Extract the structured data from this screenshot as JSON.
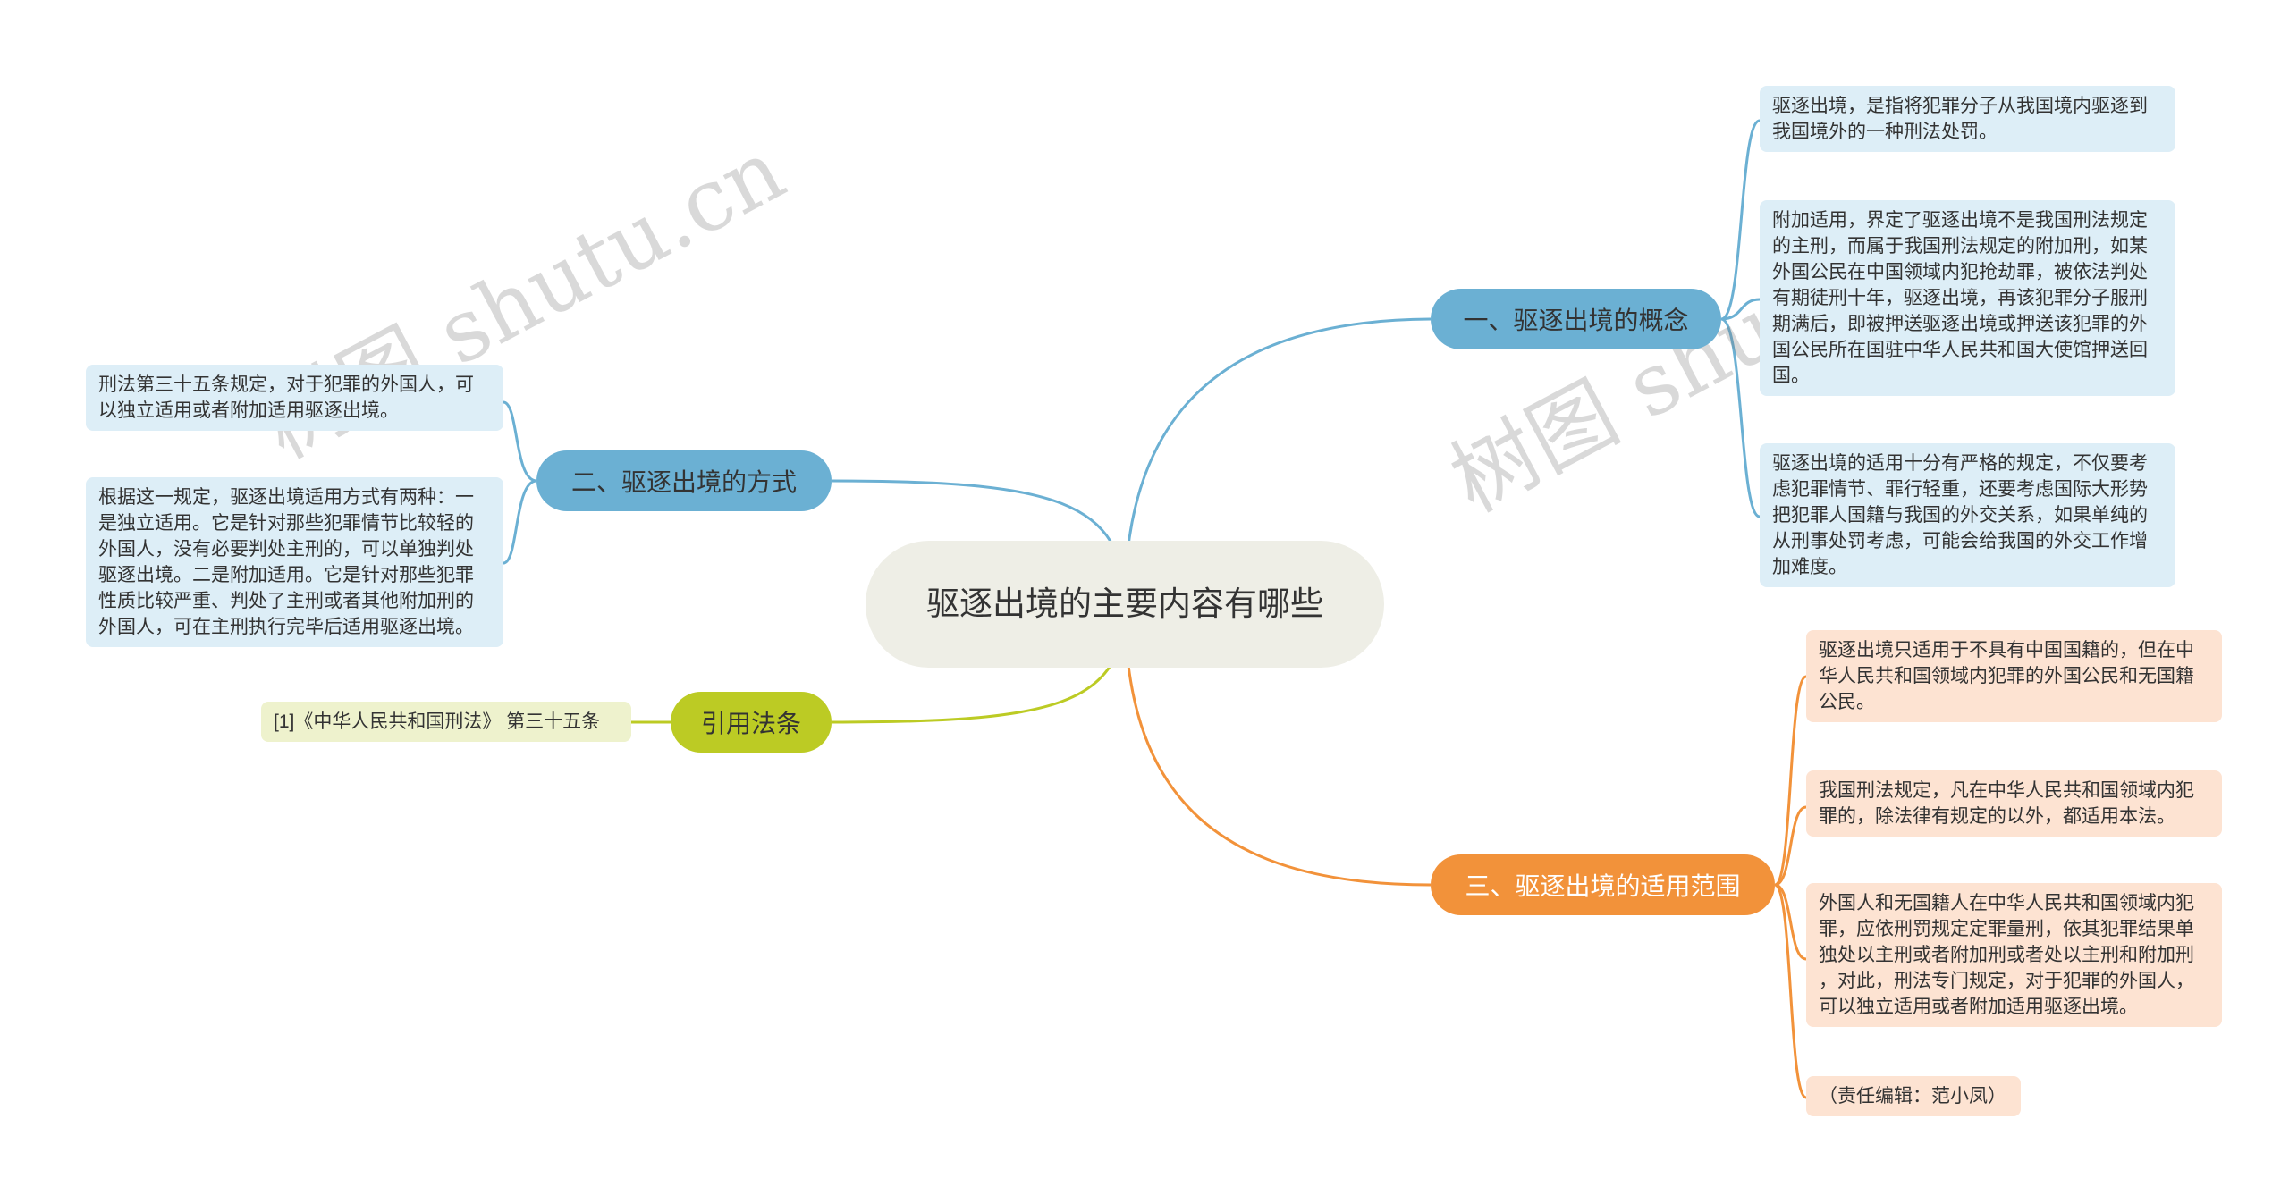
{
  "title": "驱逐出境的主要内容有哪些",
  "branches": {
    "concept": {
      "label": "一、驱逐出境的概念",
      "items": [
        "驱逐出境，是指将犯罪分子从我国境内驱逐到\n我国境外的一种刑法处罚。",
        "附加适用，界定了驱逐出境不是我国刑法规定\n的主刑，而属于我国刑法规定的附加刑，如某\n外国公民在中国领域内犯抢劫罪，被依法判处\n有期徒刑十年，驱逐出境，再该犯罪分子服刑\n期满后，即被押送驱逐出境或押送该犯罪的外\n国公民所在国驻中华人民共和国大使馆押送回\n国。",
        "驱逐出境的适用十分有严格的规定，不仅要考\n虑犯罪情节、罪行轻重，还要考虑国际大形势\n把犯罪人国籍与我国的外交关系，如果单纯的\n从刑事处罚考虑，可能会给我国的外交工作增\n加难度。"
      ]
    },
    "methods": {
      "label": "二、驱逐出境的方式",
      "items": [
        "刑法第三十五条规定，对于犯罪的外国人，可\n以独立适用或者附加适用驱逐出境。",
        "根据这一规定，驱逐出境适用方式有两种：一\n是独立适用。它是针对那些犯罪情节比较轻的\n外国人，没有必要判处主刑的，可以单独判处\n驱逐出境。二是附加适用。它是针对那些犯罪\n性质比较严重、判处了主刑或者其他附加刑的\n外国人，可在主刑执行完毕后适用驱逐出境。"
      ]
    },
    "scope": {
      "label": "三、驱逐出境的适用范围",
      "items": [
        "驱逐出境只适用于不具有中国国籍的，但在中\n华人民共和国领域内犯罪的外国公民和无国籍\n公民。",
        "我国刑法规定，凡在中华人民共和国领域内犯\n罪的，除法律有规定的以外，都适用本法。",
        "外国人和无国籍人在中华人民共和国领域内犯\n罪，应依刑罚规定定罪量刑，依其犯罪结果单\n独处以主刑或者附加刑或者处以主刑和附加刑\n，对此，刑法专门规定，对于犯罪的外国人，\n可以独立适用或者附加适用驱逐出境。",
        "（责任编辑：范小凤）"
      ]
    },
    "citation": {
      "label": "引用法条",
      "items": [
        "[1]《中华人民共和国刑法》 第三十五条"
      ]
    }
  },
  "watermarks": [
    "树图 shutu.cn",
    "树图 shutu.cn"
  ],
  "colors": {
    "blue": "#6bb0d3",
    "orange": "#f2923a",
    "green": "#bccb24"
  }
}
